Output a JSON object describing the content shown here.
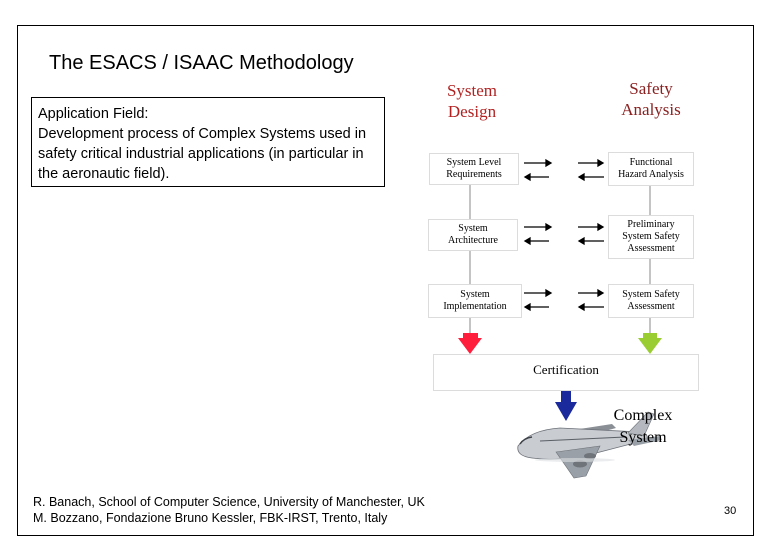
{
  "slide": {
    "title": "The ESACS / ISAAC Methodology",
    "application_field": {
      "heading": "Application Field:",
      "body": "Development process of Complex Systems used in safety critical industrial applications (in particular in the aeronautic field)."
    },
    "design_header_line1": "System",
    "design_header_line2": "Design",
    "safety_header_line1": "Safety",
    "safety_header_line2": "Analysis",
    "design_steps": [
      {
        "line1": "System Level",
        "line2": "Requirements"
      },
      {
        "line1": "System",
        "line2": "Architecture"
      },
      {
        "line1": "System",
        "line2": "Implementation"
      }
    ],
    "safety_steps": [
      {
        "line1": "Functional",
        "line2": "Hazard Analysis",
        "line3": ""
      },
      {
        "line1": "Preliminary",
        "line2": "System Safety",
        "line3": "Assessment"
      },
      {
        "line1": "System Safety",
        "line2": "Assessment",
        "line3": ""
      }
    ],
    "certification": "Certification",
    "result_line1": "Complex",
    "result_line2": "System",
    "footer_line1": "R. Banach, School of  Computer Science, University of Manchester, UK",
    "footer_line2": "M. Bozzano, Fondazione Bruno Kessler, FBK-IRST, Trento, Italy",
    "page_number": "30"
  },
  "colors": {
    "design_accent": "#b22222",
    "safety_accent": "#8b2020",
    "design_arrow": "#ff1e3c",
    "safety_arrow": "#9acd32",
    "cert_arrow": "#1a2a9c",
    "link_arrows": "#000000"
  },
  "icons": [
    "airplane-illustration",
    "bidirectional-arrows"
  ]
}
